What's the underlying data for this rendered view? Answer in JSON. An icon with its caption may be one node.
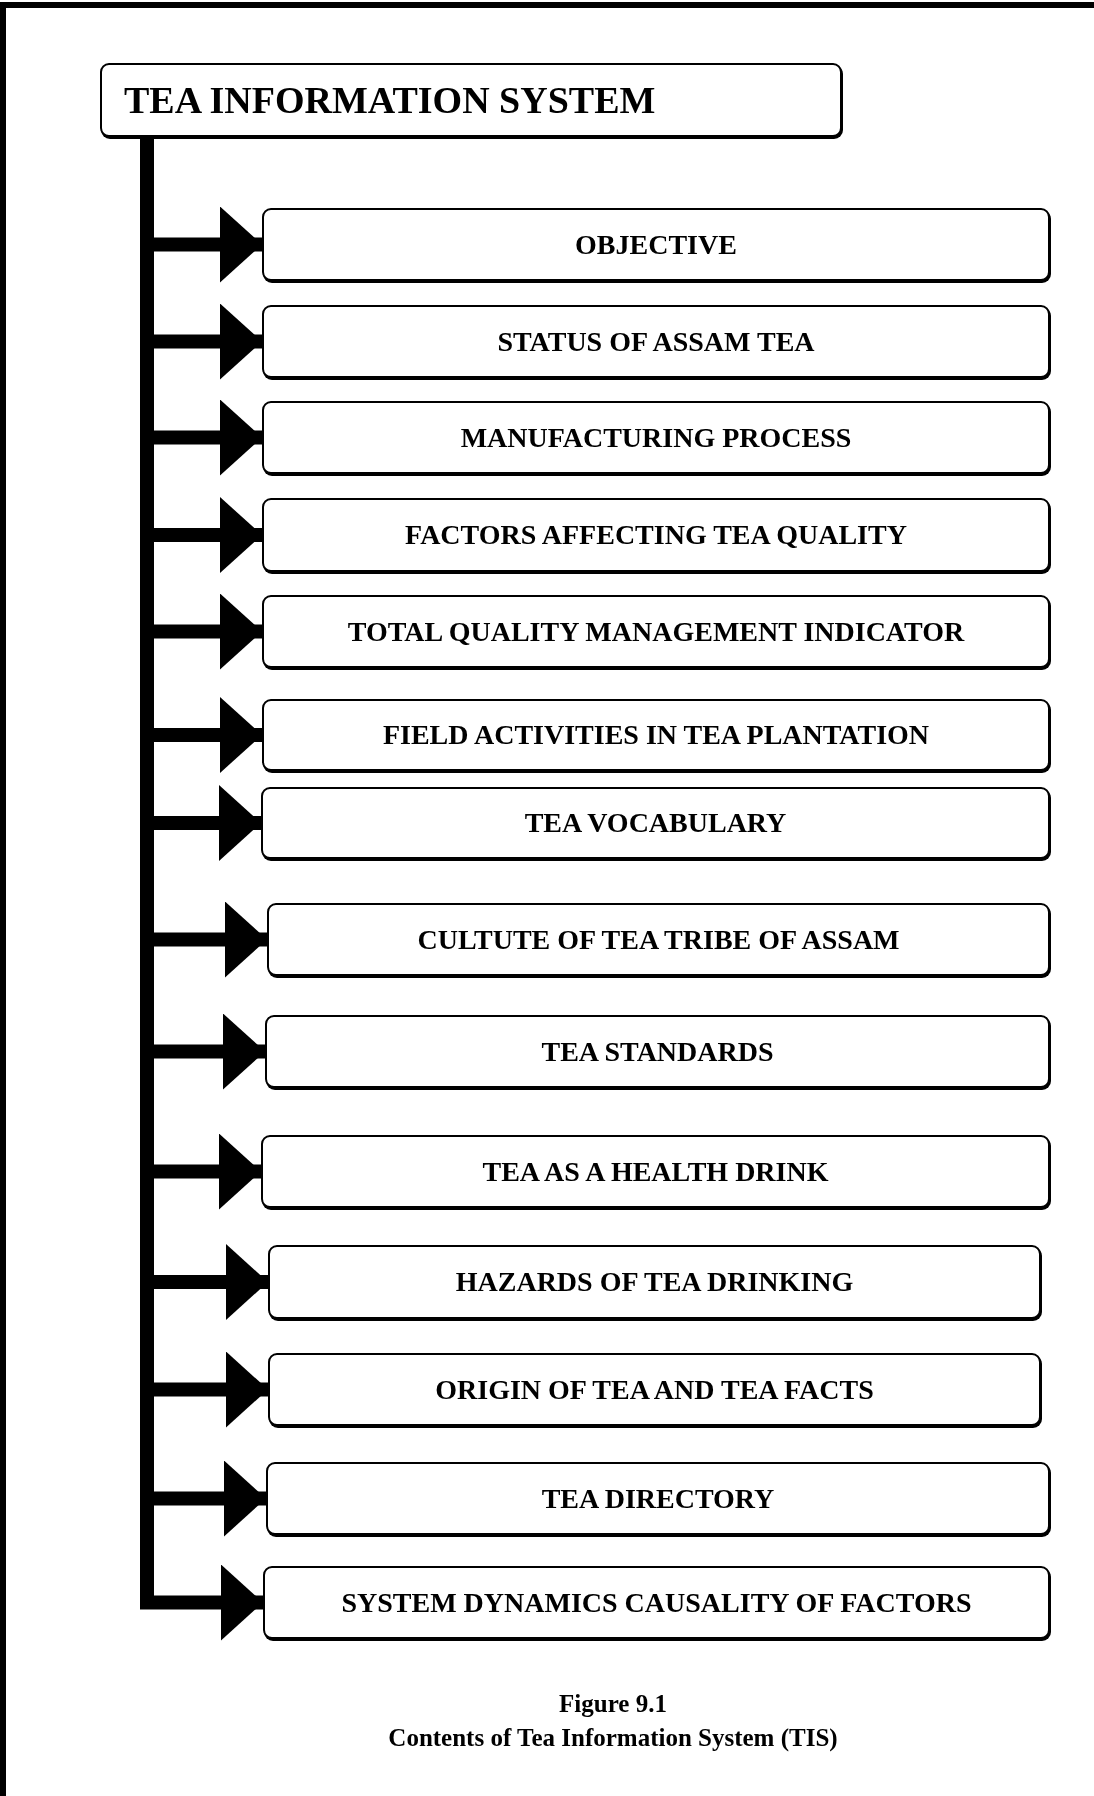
{
  "diagram": {
    "caption": "Contents of Tea Information System (TIS)",
    "nodes": [
      {
        "text": [
          "TEA INFORMATION SYSTEM"
        ]
      },
      {
        "text": [
          "OBJECTIVE"
        ]
      },
      {
        "text": [
          "STATUS OF ASSAM TEA"
        ]
      },
      {
        "text": [
          "MANUFACTURING PROCESS"
        ]
      },
      {
        "text": [
          "FACTORS AFFECTING TEA QUALITY"
        ]
      },
      {
        "text": [
          "TOTAL QUALITY MANAGEMENT INDICATOR"
        ]
      },
      {
        "text": [
          "FIELD ACTIVITIES IN TEA PLANTATION"
        ]
      },
      {
        "text": [
          "TEA VOCABULARY"
        ]
      },
      {
        "text": [
          "CULTUTE OF TEA TRIBE OF ASSAM"
        ]
      },
      {
        "text": [
          "TEA STANDARDS"
        ]
      },
      {
        "text": [
          "TEA AS A HEALTH DRINK"
        ]
      },
      {
        "text": [
          "HAZARDS OF TEA DRINKING"
        ]
      },
      {
        "text": [
          "ORIGIN OF TEA AND TEA FACTS"
        ]
      },
      {
        "text": [
          "TEA DIRECTORY"
        ]
      },
      {
        "text": [
          "SYSTEM DYNAMICS CAUSALITY OF FACTORS"
        ]
      }
    ],
    "edges": [
      {
        "from": 0,
        "to": 1,
        "arrow": "to"
      },
      {
        "from": 0,
        "to": 2,
        "arrow": "to"
      },
      {
        "from": 0,
        "to": 3,
        "arrow": "to"
      },
      {
        "from": 0,
        "to": 4,
        "arrow": "to"
      },
      {
        "from": 0,
        "to": 5,
        "arrow": "to"
      },
      {
        "from": 0,
        "to": 6,
        "arrow": "to"
      },
      {
        "from": 0,
        "to": 7,
        "arrow": "to"
      },
      {
        "from": 0,
        "to": 8,
        "arrow": "to"
      },
      {
        "from": 0,
        "to": 9,
        "arrow": "to"
      },
      {
        "from": 0,
        "to": 10,
        "arrow": "to"
      },
      {
        "from": 0,
        "to": 11,
        "arrow": "to"
      },
      {
        "from": 0,
        "to": 12,
        "arrow": "to"
      },
      {
        "from": 0,
        "to": 13,
        "arrow": "to"
      },
      {
        "from": 0,
        "to": 14,
        "arrow": "to"
      }
    ],
    "labels": [
      "Figure 9.1"
    ]
  }
}
